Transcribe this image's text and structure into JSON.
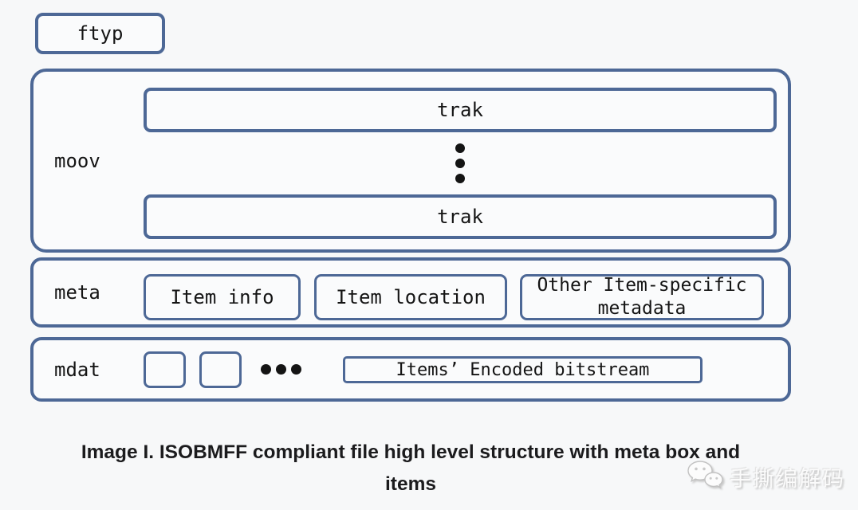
{
  "page": {
    "background": "#f7f8f9",
    "box_background": "#fafbfc",
    "border_color": "#4d6896",
    "dot_color": "#141414",
    "caption_color": "#1b1b1d"
  },
  "boxes": {
    "ftyp": {
      "label": "ftyp"
    },
    "moov": {
      "label": "moov",
      "trak_top": "trak",
      "trak_bottom": "trak"
    },
    "meta": {
      "label": "meta",
      "children": [
        "Item info",
        "Item location",
        "Other Item-specific metadata"
      ]
    },
    "mdat": {
      "label": "mdat",
      "bitstream": "Items’ Encoded bitstream"
    }
  },
  "icons": {
    "vertical_ellipsis": "three-stacked-dots",
    "horizontal_ellipsis": "three-inline-dots",
    "wechat": "wechat-chat-bubbles"
  },
  "caption": {
    "line1": "Image I. ISOBMFF compliant file high level structure with meta box and",
    "line2": "items"
  },
  "watermark": {
    "text": "手撕编解码"
  }
}
